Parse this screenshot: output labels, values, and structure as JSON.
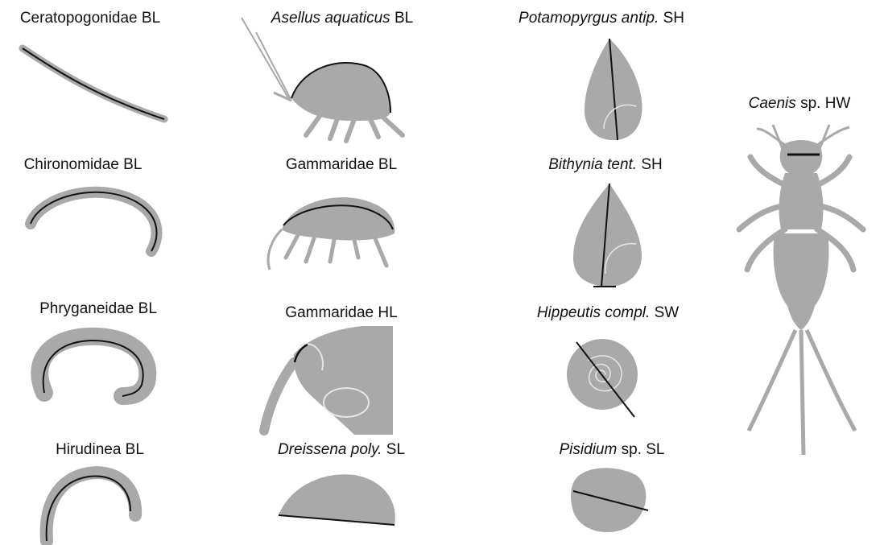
{
  "panels": [
    {
      "id": "ceratopogonidae",
      "taxon": "Ceratopogonidae",
      "taxon_italic": false,
      "measure": "BL"
    },
    {
      "id": "asellus",
      "taxon": "Asellus aquaticus",
      "taxon_italic": true,
      "measure": "BL"
    },
    {
      "id": "potamopyrgus",
      "taxon": "Potamopyrgus antip.",
      "taxon_italic": true,
      "measure": "SH"
    },
    {
      "id": "caenis",
      "taxon": "Caenis",
      "taxon_italic": true,
      "suffix": "sp.",
      "measure": "HW"
    },
    {
      "id": "chironomidae",
      "taxon": "Chironomidae",
      "taxon_italic": false,
      "measure": "BL"
    },
    {
      "id": "gammaridae-bl",
      "taxon": "Gammaridae",
      "taxon_italic": false,
      "measure": "BL"
    },
    {
      "id": "bithynia",
      "taxon": "Bithynia tent.",
      "taxon_italic": true,
      "measure": "SH"
    },
    {
      "id": "phryganeidae",
      "taxon": "Phryganeidae",
      "taxon_italic": false,
      "measure": "BL"
    },
    {
      "id": "gammaridae-hl",
      "taxon": "Gammaridae",
      "taxon_italic": false,
      "measure": "HL"
    },
    {
      "id": "hippeutis",
      "taxon": "Hippeutis compl.",
      "taxon_italic": true,
      "measure": "SW"
    },
    {
      "id": "hirudinea",
      "taxon": "Hirudinea",
      "taxon_italic": false,
      "measure": "BL"
    },
    {
      "id": "dreissena",
      "taxon": "Dreissena poly.",
      "taxon_italic": true,
      "measure": "SL"
    },
    {
      "id": "pisidium",
      "taxon": "Pisidium",
      "taxon_italic": true,
      "suffix": "sp.",
      "measure": "SL"
    }
  ],
  "colors": {
    "silhouette": "#a9a9a9",
    "measure_line": "#111111",
    "label": "#111111",
    "background": "#ffffff",
    "highlight": "#e6e6e6"
  }
}
